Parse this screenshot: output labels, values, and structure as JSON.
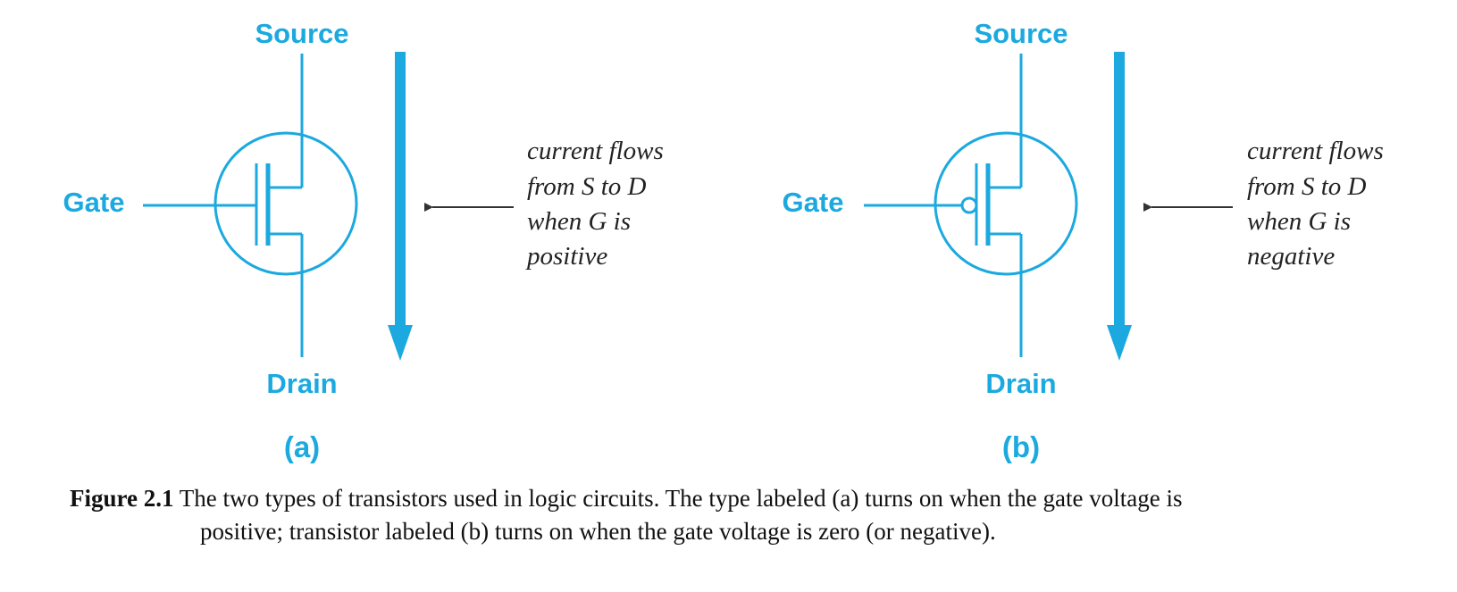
{
  "colors": {
    "accent": "#1ba9df",
    "ink": "#222222"
  },
  "panels": [
    {
      "source_label": "Source",
      "gate_label": "Gate",
      "drain_label": "Drain",
      "panel_label": "(a)",
      "note_lines": [
        "current flows",
        "from S to D",
        "when G is",
        "positive"
      ]
    },
    {
      "source_label": "Source",
      "gate_label": "Gate",
      "drain_label": "Drain",
      "panel_label": "(b)",
      "note_lines": [
        "current flows",
        "from S to D",
        "when G is",
        "negative"
      ]
    }
  ],
  "caption": {
    "figure_number": "Figure 2.1",
    "line1": "The two types of transistors used in logic circuits. The type labeled (a) turns on when the gate voltage is",
    "line2": "positive; transistor labeled (b) turns on when the gate voltage is zero (or negative)."
  }
}
